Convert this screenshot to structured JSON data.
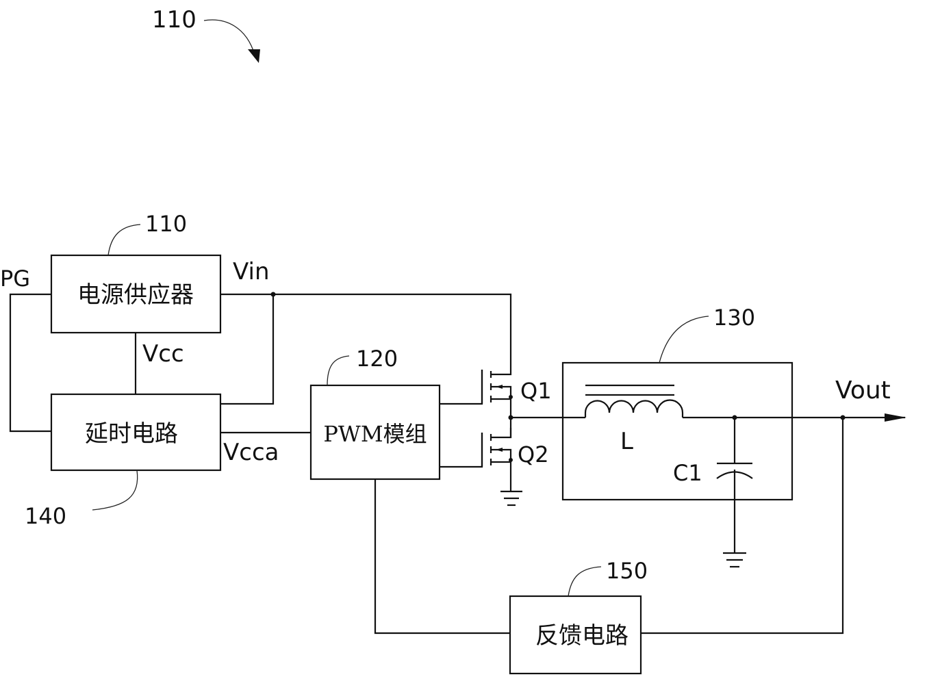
{
  "figure": {
    "reference_label": "110",
    "blocks": {
      "power_supply": {
        "ref": "110",
        "label": "电源供应器"
      },
      "delay_circuit": {
        "ref": "140",
        "label": "延时电路"
      },
      "pwm_module": {
        "ref": "120",
        "label": "PWM模组"
      },
      "filter": {
        "ref": "130"
      },
      "feedback_circuit": {
        "ref": "150",
        "label": "反馈电路"
      }
    },
    "signals": {
      "pg": "PG",
      "vin": "Vin",
      "vcc": "Vcc",
      "vcca": "Vcca",
      "vout": "Vout"
    },
    "components": {
      "q1": "Q1",
      "q2": "Q2",
      "inductor": "L",
      "capacitor": "C1"
    }
  }
}
